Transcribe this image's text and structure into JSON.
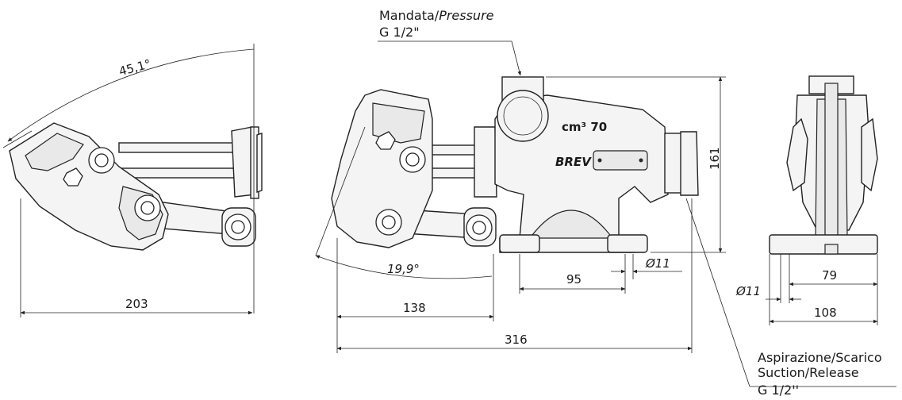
{
  "callouts": {
    "pressure": {
      "it": "Mandata/",
      "en": "Pressure",
      "thread": "G 1/2\""
    },
    "suction": {
      "line1": "Aspirazione/Scarico",
      "line2": "Suction/Release",
      "thread": "G 1/2''"
    }
  },
  "brand": {
    "model": "cm³ 70",
    "logo": "BREV"
  },
  "dimensions": {
    "angle_open": "45,1°",
    "angle_closed": "19,9°",
    "width_left_view": "203",
    "handle_to_axis": "138",
    "overall_length": "316",
    "height": "161",
    "hole_spacing_side": "95",
    "hole_dia_side": "Ø11",
    "hole_spacing_front": "79",
    "hole_dia_front": "Ø11",
    "base_width_front": "108"
  }
}
